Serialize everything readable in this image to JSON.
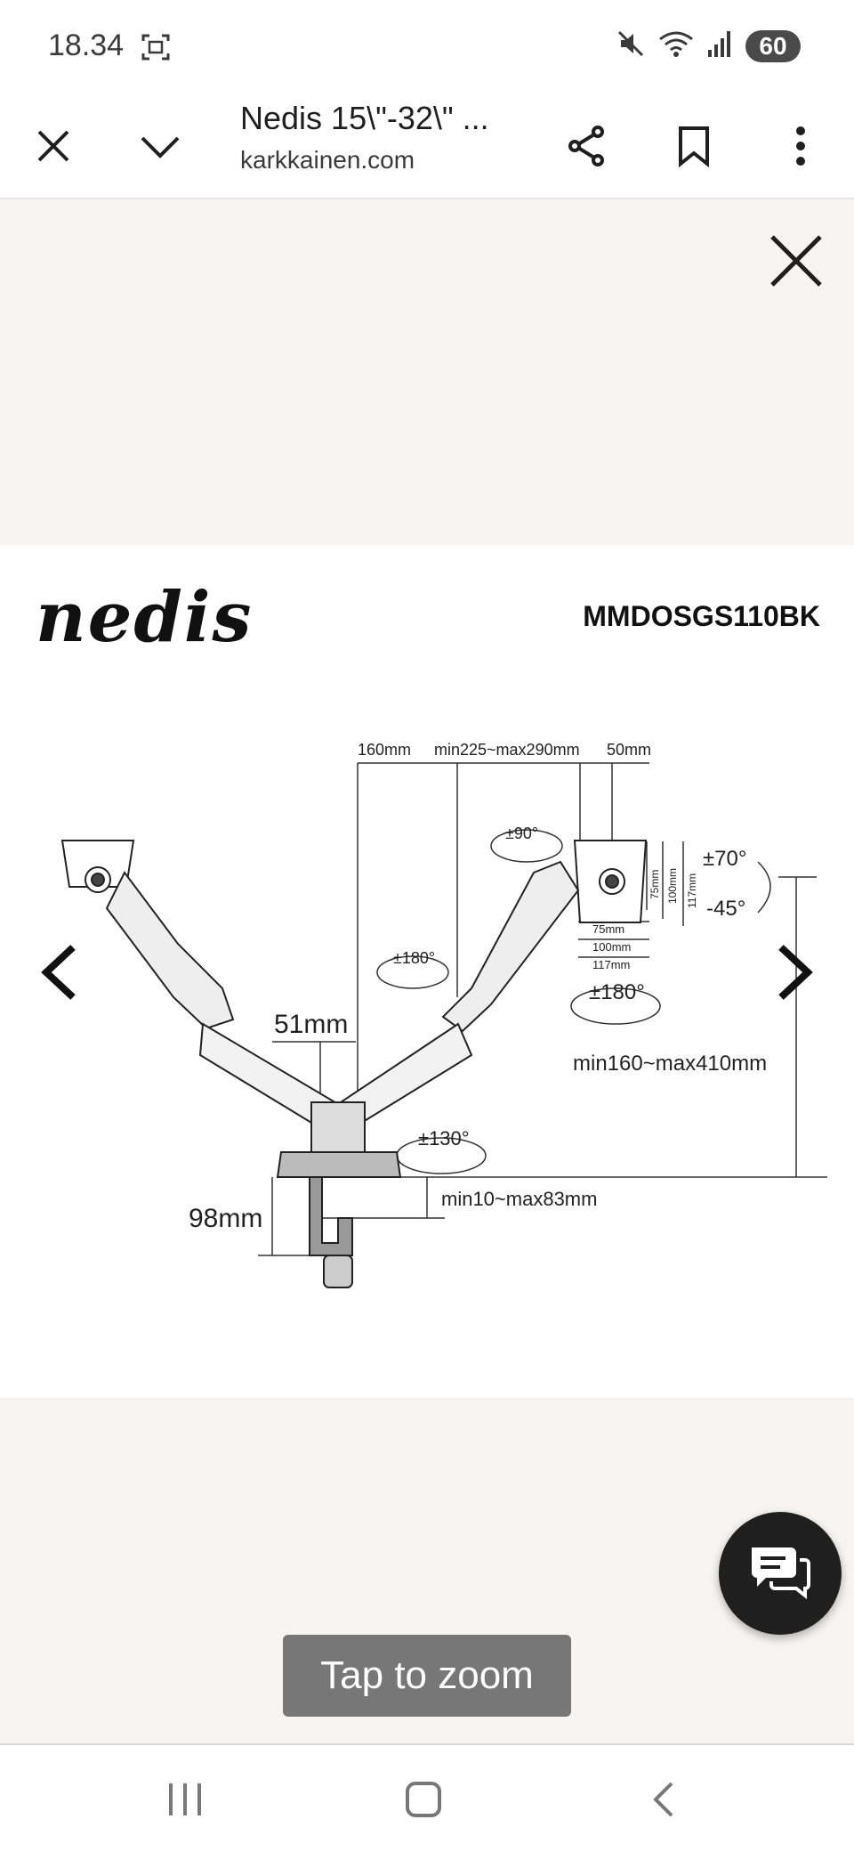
{
  "status_bar": {
    "time": "18.34",
    "battery": "60",
    "icons": [
      "screenshot-icon",
      "mute-icon",
      "wifi-icon",
      "signal-icon",
      "battery-icon"
    ]
  },
  "browser": {
    "page_title": "Nedis 15\\\"-32\\\" ...",
    "domain": "karkkainen.com",
    "icons": [
      "close-icon",
      "chevron-down-icon",
      "share-icon",
      "bookmark-icon",
      "more-vert-icon"
    ]
  },
  "product_image": {
    "brand": "nedis",
    "model": "MMDOSGS110BK",
    "dimensions": {
      "d160": "160mm",
      "d225": "min225~max290mm",
      "d50": "50mm",
      "rot90": "±90°",
      "tilt_up": "±70°",
      "tilt_down": "-45°",
      "vesa75v": "75mm",
      "vesa100v": "100mm",
      "vesa117v": "117mm",
      "vesa75h": "75mm",
      "vesa100h": "100mm",
      "vesa117h": "117mm",
      "rot180_left": "±180°",
      "rot180_right": "±180°",
      "d51": "51mm",
      "height_range": "min160~max410mm",
      "rot130": "±130°",
      "d98": "98mm",
      "clamp_range": "min10~max83mm"
    }
  },
  "viewer": {
    "tap_to_zoom": "Tap to zoom"
  },
  "colors": {
    "background": "#f6f5f2",
    "fab": "#1f1f1f",
    "tap_zoom_bg": "#777777"
  }
}
